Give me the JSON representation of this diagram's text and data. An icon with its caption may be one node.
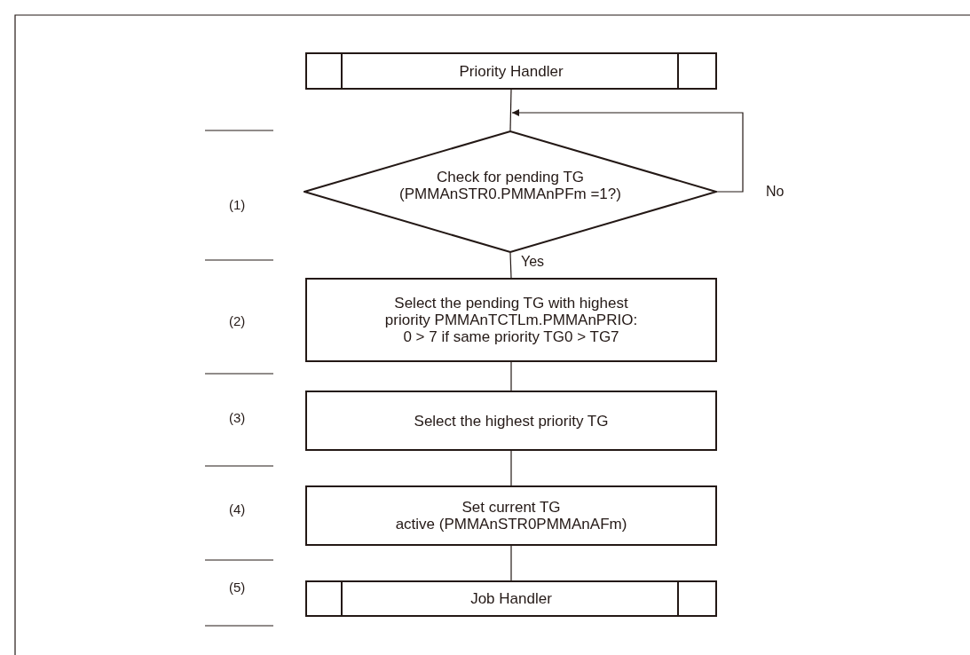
{
  "diagram": {
    "nodes": [
      {
        "text": [
          "Priority Handler"
        ]
      },
      {
        "text": [
          "Check for pending TG (PMMAnSTR0.PMMAnPFm =1?)"
        ]
      },
      {
        "text": [
          "Select the pending TG with highest priority PMMAnTCTLm.PMMAnPRIO: 0 > 7 if same priority TG0 > TG7"
        ]
      },
      {
        "text": [
          "Select the highest priority TG"
        ]
      },
      {
        "text": [
          "Set current TG active (PMMAnSTR0PMMAnAFm)"
        ]
      },
      {
        "text": [
          "Job Handler"
        ]
      }
    ],
    "edges": [
      {
        "from": 0,
        "to": 1,
        "arrow": "none"
      },
      {
        "from": 1,
        "to": 1,
        "arrow": "to",
        "label": "No"
      },
      {
        "from": 1,
        "to": 2,
        "arrow": "none",
        "label": "Yes"
      },
      {
        "from": 2,
        "to": 3,
        "arrow": "none"
      },
      {
        "from": 3,
        "to": 4,
        "arrow": "none"
      },
      {
        "from": 4,
        "to": 5,
        "arrow": "none"
      }
    ],
    "labels": [
      "(1)",
      "(2)",
      "(3)",
      "(4)",
      "(5)"
    ]
  }
}
